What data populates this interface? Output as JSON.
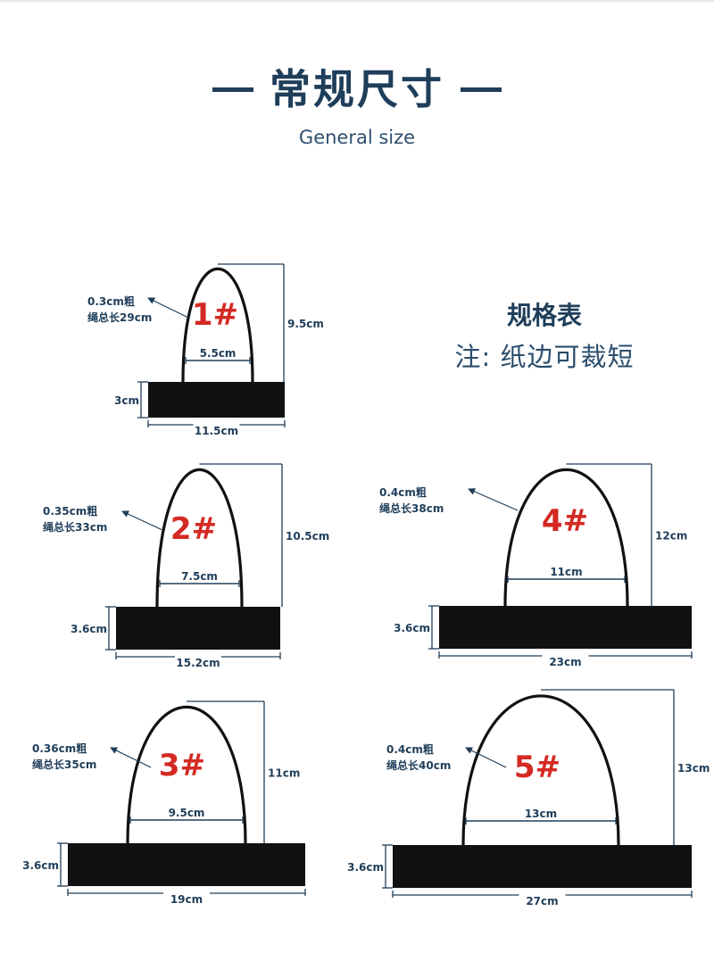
{
  "header": {
    "title": "常规尺寸",
    "subtitle": "General size"
  },
  "spec": {
    "title": "规格表",
    "note": "注: 纸边可裁短"
  },
  "colors": {
    "text": "#1f3e5a",
    "number": "#d42a24",
    "bag": "#111111",
    "guide": "#1f3e5a"
  },
  "bags": [
    {
      "id": "1#",
      "rope_thickness": "0.3cm粗",
      "rope_length": "绳总长29cm",
      "height": "9.5cm",
      "handle_width": "5.5cm",
      "bag_height": "3cm",
      "bag_width": "11.5cm"
    },
    {
      "id": "2#",
      "rope_thickness": "0.35cm粗",
      "rope_length": "绳总长33cm",
      "height": "10.5cm",
      "handle_width": "7.5cm",
      "bag_height": "3.6cm",
      "bag_width": "15.2cm"
    },
    {
      "id": "3#",
      "rope_thickness": "0.36cm粗",
      "rope_length": "绳总长35cm",
      "height": "11cm",
      "handle_width": "9.5cm",
      "bag_height": "3.6cm",
      "bag_width": "19cm"
    },
    {
      "id": "4#",
      "rope_thickness": "0.4cm粗",
      "rope_length": "绳总长38cm",
      "height": "12cm",
      "handle_width": "11cm",
      "bag_height": "3.6cm",
      "bag_width": "23cm"
    },
    {
      "id": "5#",
      "rope_thickness": "0.4cm粗",
      "rope_length": "绳总长40cm",
      "height": "13cm",
      "handle_width": "13cm",
      "bag_height": "3.6cm",
      "bag_width": "27cm"
    }
  ]
}
